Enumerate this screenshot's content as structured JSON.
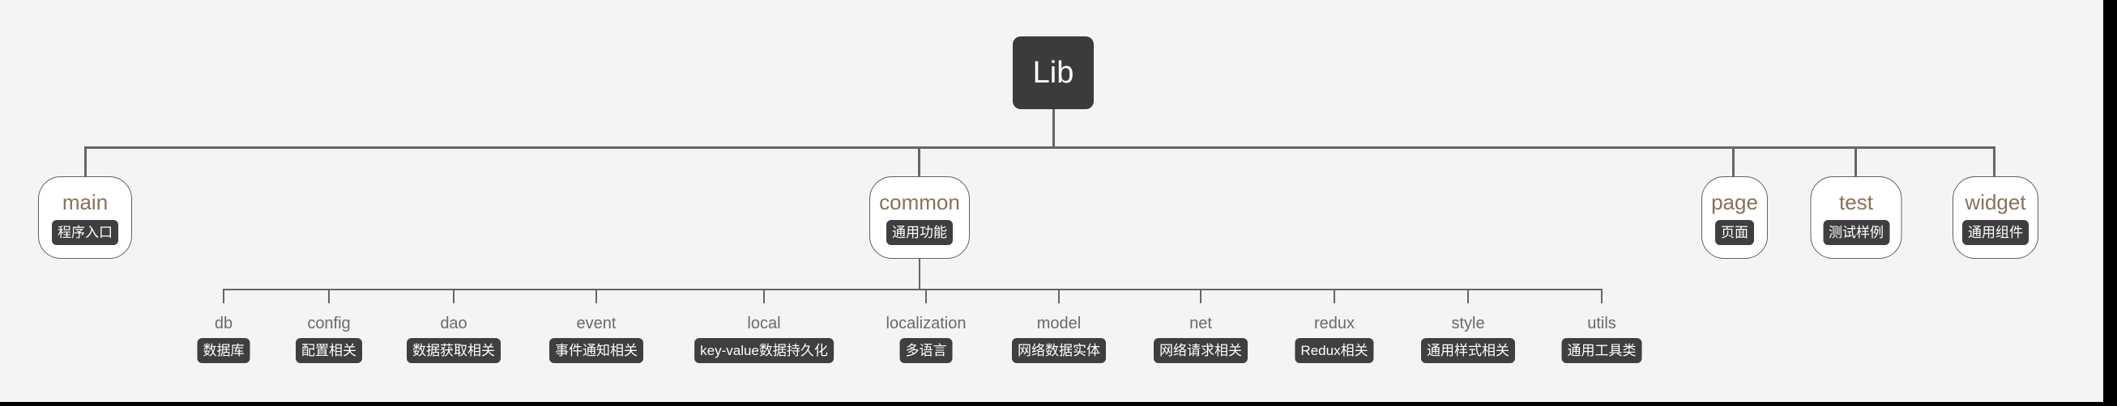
{
  "app": {
    "title": "Lib structure mind map"
  },
  "colors": {
    "background": "#f4f4f3",
    "letterbox": "#000000",
    "line": "#676567",
    "node_bg": "#ffffff",
    "node_border": "#606060",
    "name_color": "#8a7158",
    "label_color": "#6a696b",
    "badge_bg": "#403e3f",
    "badge_text": "#ffffff",
    "root_bg": "#3a3b3d",
    "root_text": "#ffffff"
  },
  "root": {
    "label": "Lib"
  },
  "level1": [
    {
      "name": "main",
      "badge": "程序入口"
    },
    {
      "name": "common",
      "badge": "通用功能"
    },
    {
      "name": "page",
      "badge": "页面"
    },
    {
      "name": "test",
      "badge": "测试样例"
    },
    {
      "name": "widget",
      "badge": "通用组件"
    }
  ],
  "level2": [
    {
      "name": "db",
      "badge": "数据库"
    },
    {
      "name": "config",
      "badge": "配置相关"
    },
    {
      "name": "dao",
      "badge": "数据获取相关"
    },
    {
      "name": "event",
      "badge": "事件通知相关"
    },
    {
      "name": "local",
      "badge": "key-value数据持久化"
    },
    {
      "name": "localization",
      "badge": "多语言"
    },
    {
      "name": "model",
      "badge": "网络数据实体"
    },
    {
      "name": "net",
      "badge": "网络请求相关"
    },
    {
      "name": "redux",
      "badge": "Redux相关"
    },
    {
      "name": "style",
      "badge": "通用样式相关"
    },
    {
      "name": "utils",
      "badge": "通用工具类"
    }
  ]
}
